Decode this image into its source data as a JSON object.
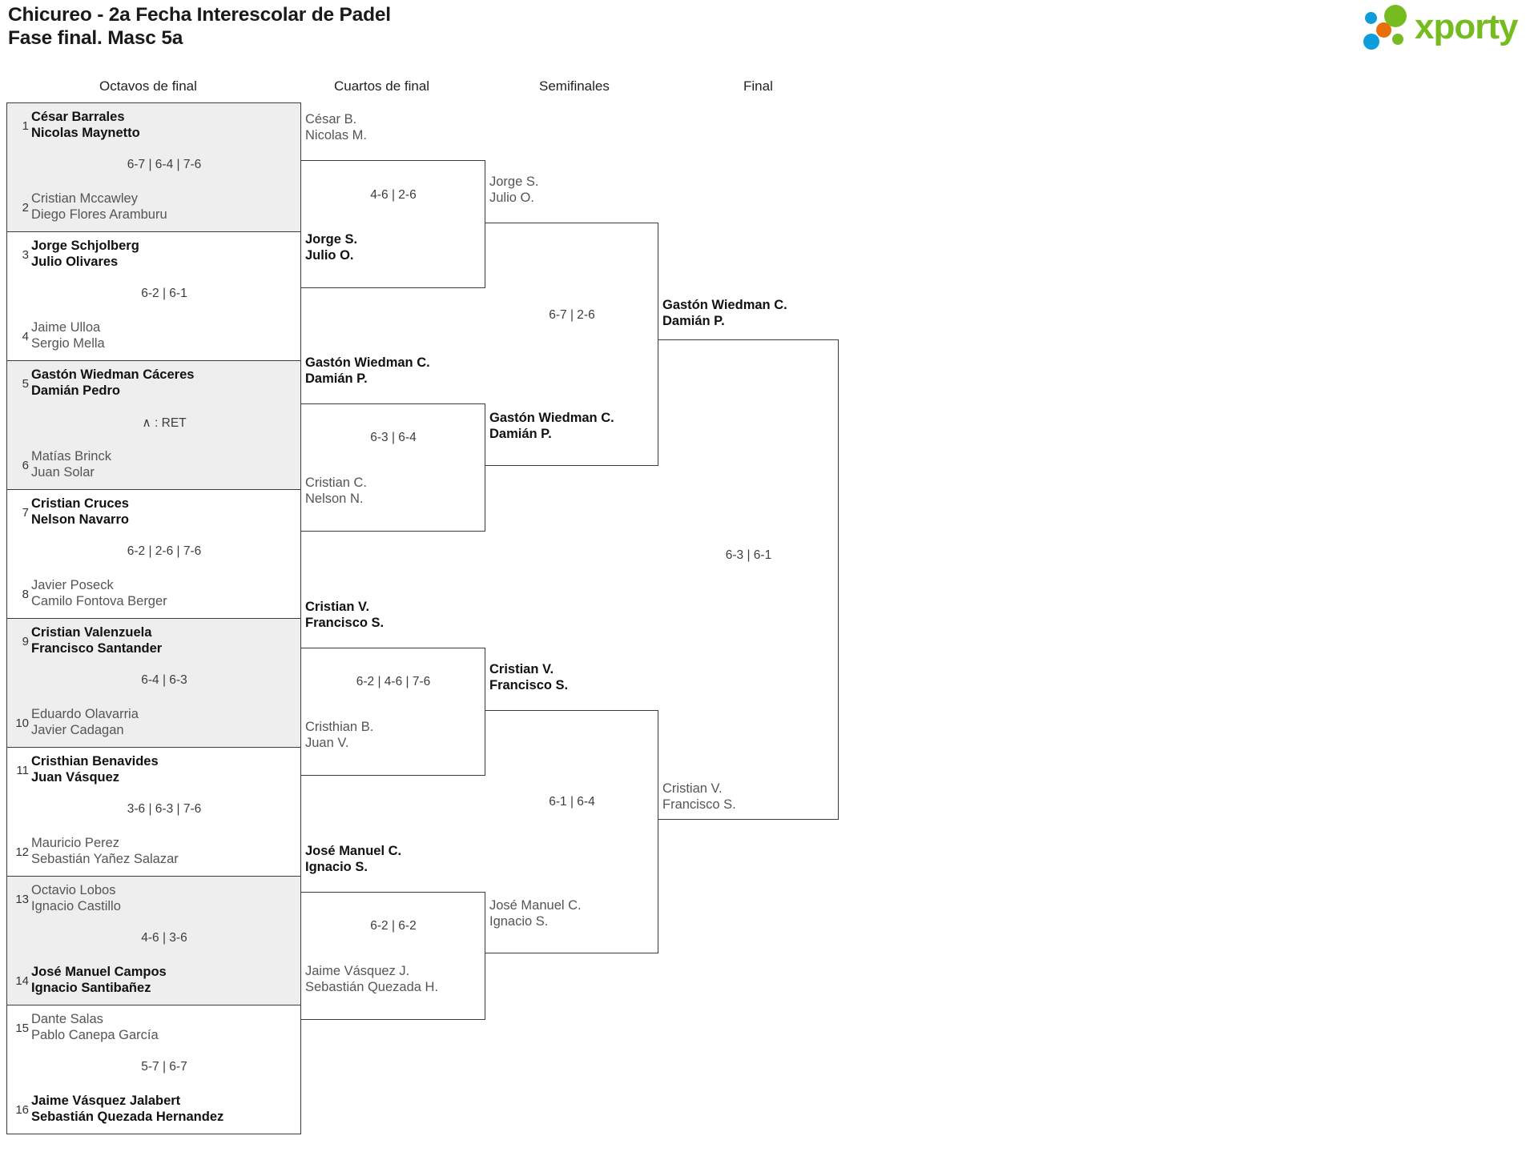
{
  "header": {
    "title_line1": "Chicureo - 2a Fecha Interescolar de Padel",
    "title_line2": "Fase final. Masc 5a",
    "logo_text": "xporty",
    "logo_colors": {
      "green": "#76bc21",
      "orange": "#e8700a",
      "blue": "#0d9ddb"
    }
  },
  "rounds": [
    {
      "label": "Octavos de final"
    },
    {
      "label": "Cuartos de final"
    },
    {
      "label": "Semifinales"
    },
    {
      "label": "Final"
    }
  ],
  "round1": [
    {
      "seed_top": "1",
      "seed_bot": "2",
      "top": {
        "p1": "César Barrales",
        "p2": "Nicolas Maynetto",
        "won": true
      },
      "bottom": {
        "p1": "Cristian Mccawley",
        "p2": "Diego Flores Aramburu",
        "won": false
      },
      "score": "6-7 | 6-4 | 7-6"
    },
    {
      "seed_top": "3",
      "seed_bot": "4",
      "top": {
        "p1": "Jorge Schjolberg",
        "p2": "Julio Olivares",
        "won": true
      },
      "bottom": {
        "p1": "Jaime Ulloa",
        "p2": "Sergio Mella",
        "won": false
      },
      "score": "6-2 | 6-1"
    },
    {
      "seed_top": "5",
      "seed_bot": "6",
      "top": {
        "p1": "Gastón Wiedman Cáceres",
        "p2": "Damián Pedro",
        "won": true
      },
      "bottom": {
        "p1": "Matías Brinck",
        "p2": "Juan Solar",
        "won": false
      },
      "score": "∧ : RET"
    },
    {
      "seed_top": "7",
      "seed_bot": "8",
      "top": {
        "p1": "Cristian Cruces",
        "p2": "Nelson Navarro",
        "won": true
      },
      "bottom": {
        "p1": "Javier Poseck",
        "p2": "Camilo Fontova Berger",
        "won": false
      },
      "score": "6-2 | 2-6 | 7-6"
    },
    {
      "seed_top": "9",
      "seed_bot": "10",
      "top": {
        "p1": "Cristian Valenzuela",
        "p2": "Francisco Santander",
        "won": true
      },
      "bottom": {
        "p1": "Eduardo Olavarria",
        "p2": "Javier Cadagan",
        "won": false
      },
      "score": "6-4 | 6-3"
    },
    {
      "seed_top": "11",
      "seed_bot": "12",
      "top": {
        "p1": "Cristhian Benavides",
        "p2": "Juan Vásquez",
        "won": true
      },
      "bottom": {
        "p1": "Mauricio Perez",
        "p2": "Sebastián Yañez Salazar",
        "won": false
      },
      "score": "3-6 | 6-3 | 7-6"
    },
    {
      "seed_top": "13",
      "seed_bot": "14",
      "top": {
        "p1": "Octavio Lobos",
        "p2": "Ignacio Castillo",
        "won": false
      },
      "bottom": {
        "p1": "José Manuel Campos",
        "p2": "Ignacio Santibañez",
        "won": true
      },
      "score": "4-6 | 3-6"
    },
    {
      "seed_top": "15",
      "seed_bot": "16",
      "top": {
        "p1": "Dante Salas",
        "p2": "Pablo Canepa García",
        "won": false
      },
      "bottom": {
        "p1": "Jaime Vásquez Jalabert",
        "p2": "Sebastián Quezada Hernandez",
        "won": true
      },
      "score": "5-7 | 6-7"
    }
  ],
  "round2": [
    {
      "top": {
        "p1": "César B.",
        "p2": "Nicolas M.",
        "won": false
      },
      "bottom": {
        "p1": "Jorge S.",
        "p2": "Julio O.",
        "won": true
      },
      "score": "4-6 | 2-6"
    },
    {
      "top": {
        "p1": "Gastón Wiedman C.",
        "p2": "Damián P.",
        "won": true
      },
      "bottom": {
        "p1": "Cristian C.",
        "p2": "Nelson N.",
        "won": false
      },
      "score": "6-3 | 6-4"
    },
    {
      "top": {
        "p1": "Cristian V.",
        "p2": "Francisco S.",
        "won": true
      },
      "bottom": {
        "p1": "Cristhian B.",
        "p2": "Juan V.",
        "won": false
      },
      "score": "6-2 | 4-6 | 7-6"
    },
    {
      "top": {
        "p1": "José Manuel C.",
        "p2": "Ignacio S.",
        "won": true
      },
      "bottom": {
        "p1": "Jaime Vásquez J.",
        "p2": "Sebastián Quezada H.",
        "won": false
      },
      "score": "6-2 | 6-2"
    }
  ],
  "round3": [
    {
      "top": {
        "p1": "Jorge S.",
        "p2": "Julio O.",
        "won": false
      },
      "bottom": {
        "p1": "Gastón Wiedman C.",
        "p2": "Damián P.",
        "won": true
      },
      "score": "6-7 | 2-6"
    },
    {
      "top": {
        "p1": "Cristian V.",
        "p2": "Francisco S.",
        "won": true
      },
      "bottom": {
        "p1": "José Manuel C.",
        "p2": "Ignacio S.",
        "won": false
      },
      "score": "6-1 | 6-4"
    }
  ],
  "round4": [
    {
      "top": {
        "p1": "Gastón Wiedman C.",
        "p2": "Damián P.",
        "won": true
      },
      "bottom": {
        "p1": "Cristian V.",
        "p2": "Francisco S.",
        "won": false
      },
      "score": "6-3 | 6-1"
    }
  ]
}
